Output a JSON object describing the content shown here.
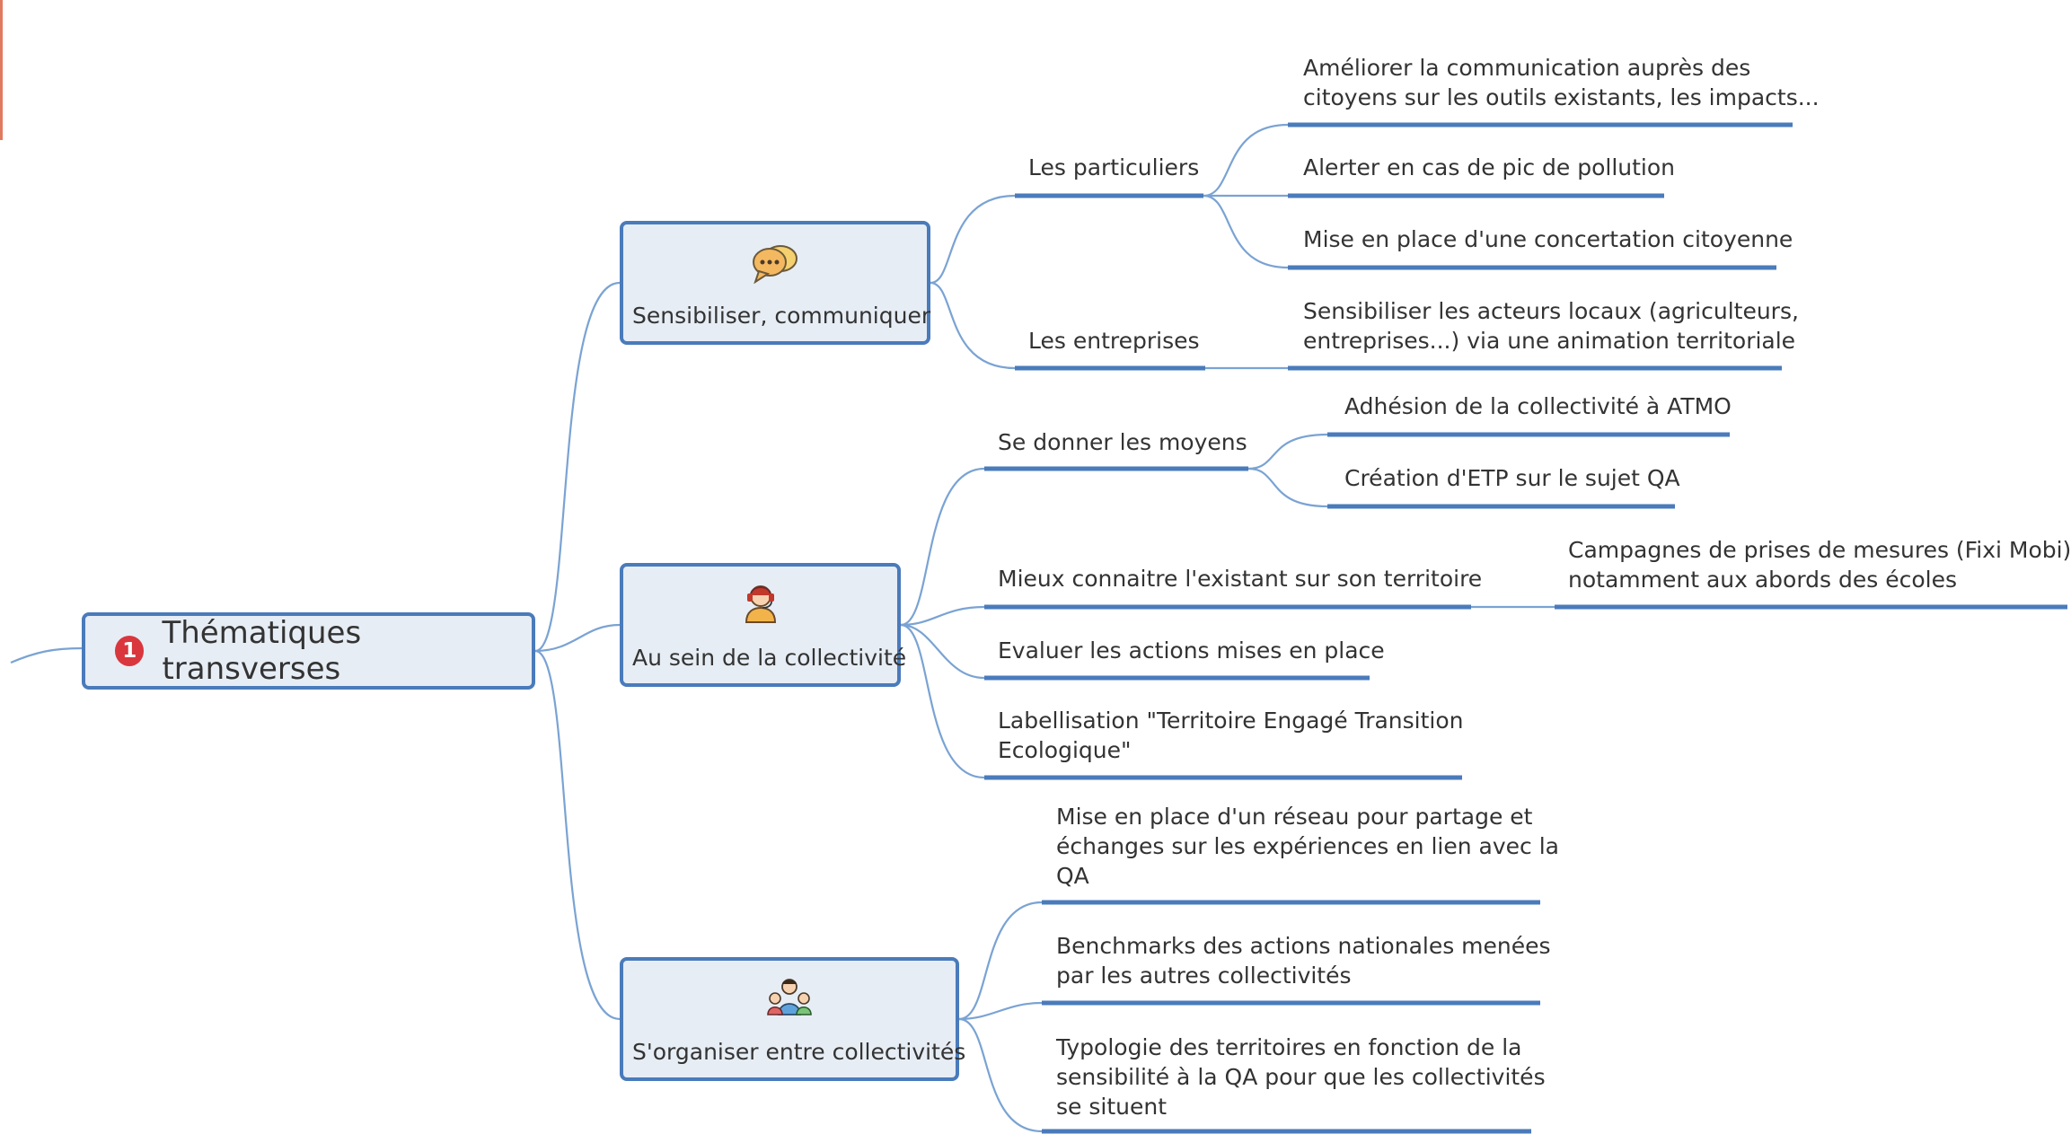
{
  "root": {
    "badge": "1",
    "title": "Thématiques transverses"
  },
  "branches": [
    {
      "icon": "speech-bubbles-icon",
      "label": "Sensibiliser, communiquer",
      "children": [
        {
          "label": "Les particuliers",
          "children": [
            {
              "lines": [
                "Améliorer la communication auprès des",
                "citoyens sur les outils existants, les impacts..."
              ]
            },
            {
              "lines": [
                "Alerter en cas de pic de pollution"
              ]
            },
            {
              "lines": [
                "Mise en place d'une concertation citoyenne"
              ]
            }
          ]
        },
        {
          "label": "Les entreprises",
          "children": [
            {
              "lines": [
                "Sensibiliser les acteurs locaux (agriculteurs,",
                "entreprises...) via une animation territoriale"
              ]
            }
          ]
        }
      ]
    },
    {
      "icon": "person-headset-icon",
      "label": "Au sein de la collectivité",
      "children": [
        {
          "label": "Se donner les moyens",
          "children": [
            {
              "lines": [
                "Adhésion de la collectivité à ATMO"
              ]
            },
            {
              "lines": [
                "Création d'ETP sur le sujet QA"
              ]
            }
          ]
        },
        {
          "label": "Mieux connaitre l'existant sur son territoire",
          "children": [
            {
              "lines": [
                "Campagnes de prises de mesures (Fixi Mobi),",
                "notamment aux abords des écoles"
              ]
            }
          ]
        },
        {
          "label": "Evaluer les actions mises en place",
          "children": []
        },
        {
          "lines": [
            "Labellisation \"Territoire Engagé Transition",
            "Ecologique\""
          ],
          "children": []
        }
      ]
    },
    {
      "icon": "group-people-icon",
      "label": "S'organiser entre collectivités",
      "children": [
        {
          "lines": [
            "Mise en place d'un réseau pour partage et",
            "échanges sur les expériences en lien avec la",
            "QA"
          ],
          "children": []
        },
        {
          "lines": [
            "Benchmarks des actions nationales menées",
            "par les autres collectivités"
          ],
          "children": []
        },
        {
          "lines": [
            "Typologie des territoires en fonction de la",
            "sensibilité à la QA pour que les collectivités",
            "se situent"
          ],
          "children": []
        }
      ]
    }
  ]
}
